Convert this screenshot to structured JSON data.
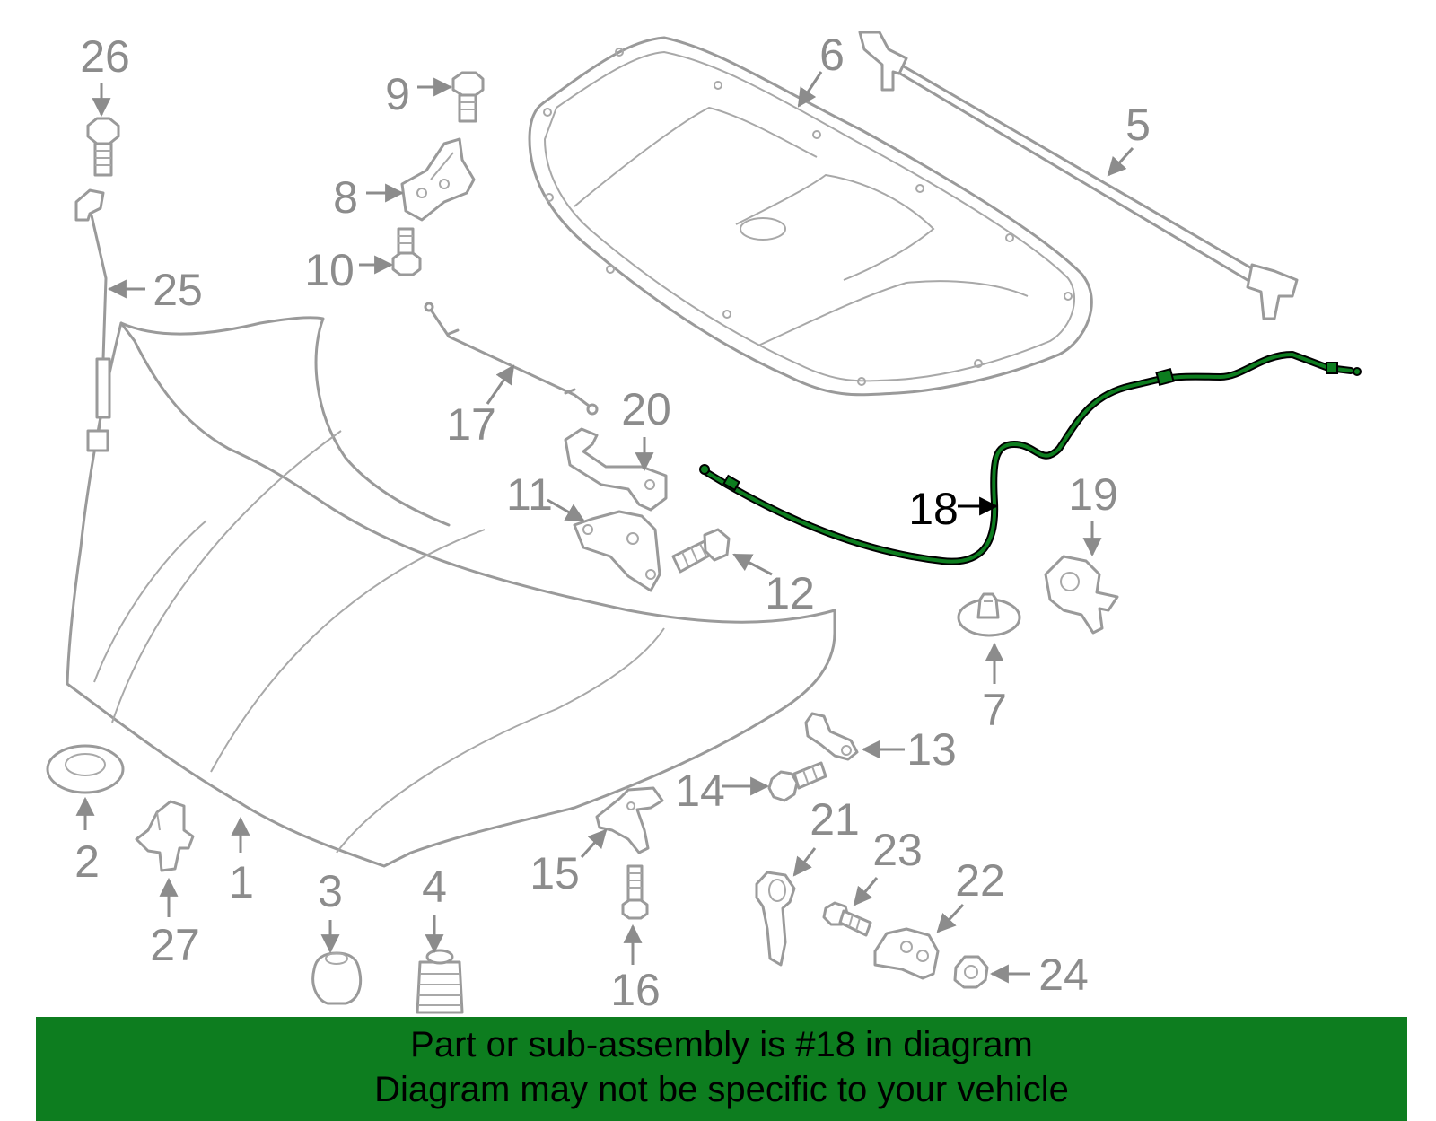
{
  "diagram": {
    "highlight_color": "#0d7d1f",
    "highlighted_part": "18",
    "callouts": [
      "1",
      "2",
      "3",
      "4",
      "5",
      "6",
      "7",
      "8",
      "9",
      "10",
      "11",
      "12",
      "13",
      "14",
      "15",
      "16",
      "17",
      "18",
      "19",
      "20",
      "21",
      "22",
      "23",
      "24",
      "25",
      "26",
      "27"
    ]
  },
  "banner": {
    "line1": "Part or sub-assembly is #18 in diagram",
    "line2": "Diagram may not be specific to your vehicle"
  }
}
